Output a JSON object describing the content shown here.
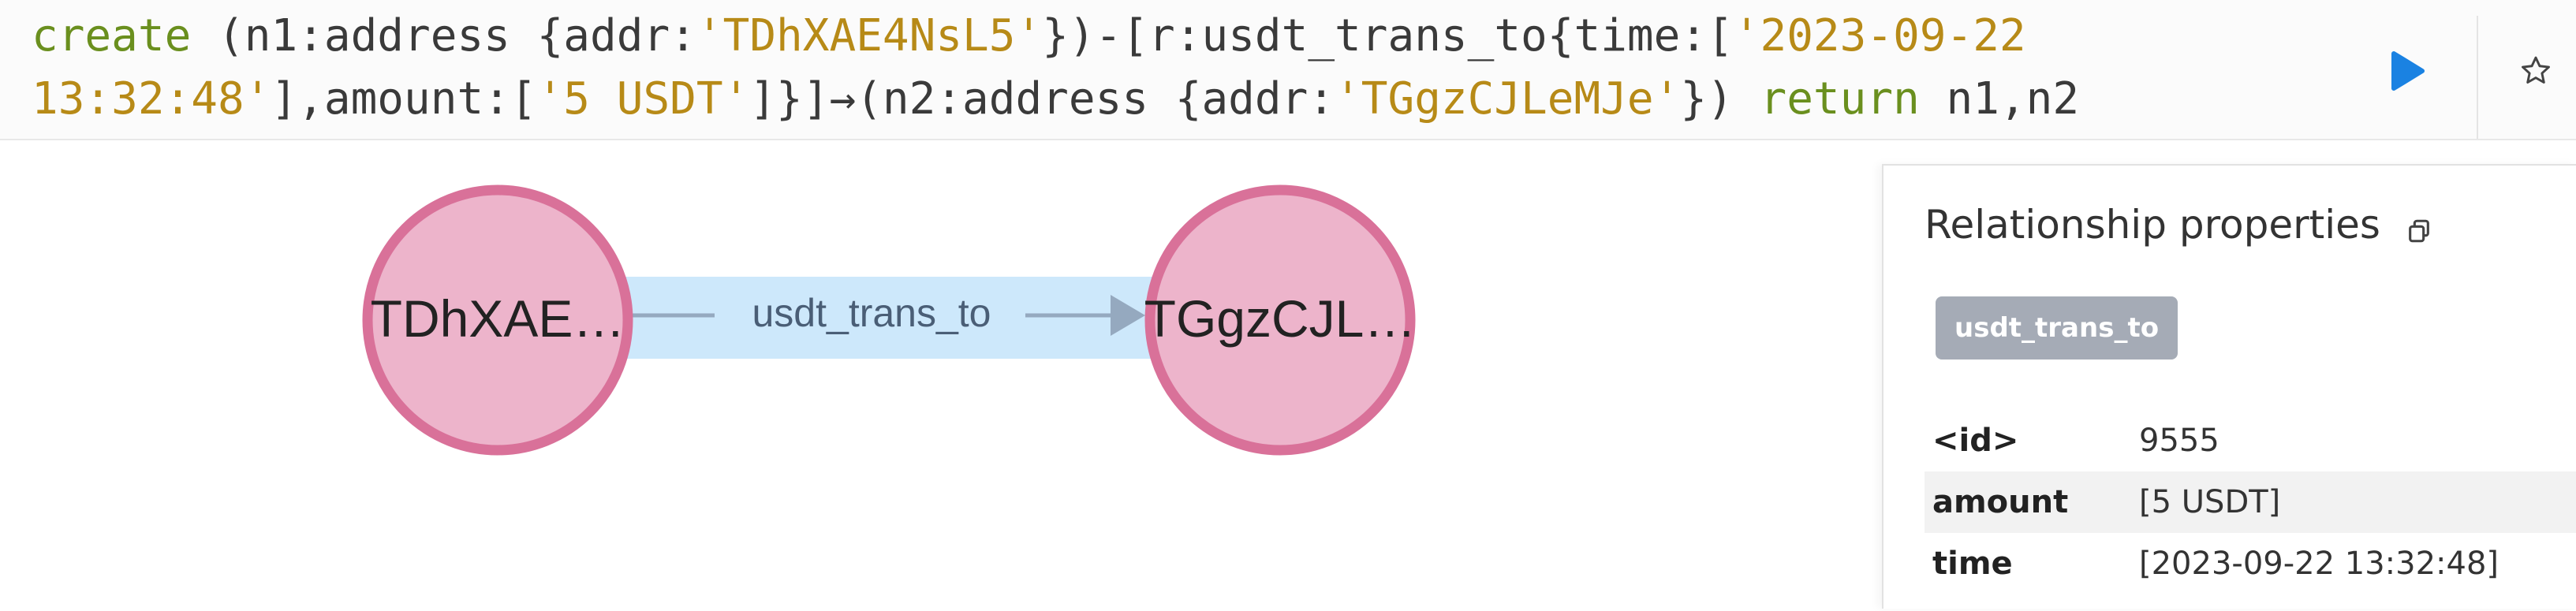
{
  "query": {
    "segments": [
      {
        "text": "create",
        "kind": "kw"
      },
      {
        "text": " (n1:address {addr:",
        "kind": "plain"
      },
      {
        "text": "'TDhXAE4NsL5'",
        "kind": "str"
      },
      {
        "text": "})-[r:usdt_trans_to{time:[",
        "kind": "plain"
      },
      {
        "text": "'2023-09-22 13:32:48'",
        "kind": "str"
      },
      {
        "text": "],amount:[",
        "kind": "plain"
      },
      {
        "text": "'5 USDT'",
        "kind": "str"
      },
      {
        "text": "]}]→(n2:address {addr:",
        "kind": "plain"
      },
      {
        "text": "'TGgzCJLeMJe'",
        "kind": "str"
      },
      {
        "text": "}) ",
        "kind": "plain"
      },
      {
        "text": "return",
        "kind": "kw"
      },
      {
        "text": " n1,n2",
        "kind": "plain"
      }
    ]
  },
  "controls": {
    "run_icon": "play-icon",
    "favorite_icon": "star-outline-icon",
    "accent": "#1a82e2"
  },
  "graph": {
    "node_color": "#edb4cb",
    "node_border": "#d97199",
    "relationship_highlight": "#cde8fb",
    "edge_color": "#95a9bf",
    "nodes": [
      {
        "label": "TDhXAE…"
      },
      {
        "label": "TGgzCJL…"
      }
    ],
    "relationship": {
      "label": "usdt_trans_to"
    }
  },
  "panel": {
    "title": "Relationship properties",
    "copy_icon": "copy-icon",
    "badge": "usdt_trans_to",
    "badge_color": "#a5abb6",
    "properties": [
      {
        "key": "<id>",
        "value": "9555"
      },
      {
        "key": "amount",
        "value": "[5 USDT]"
      },
      {
        "key": "time",
        "value": "[2023-09-22 13:32:48]"
      }
    ]
  }
}
